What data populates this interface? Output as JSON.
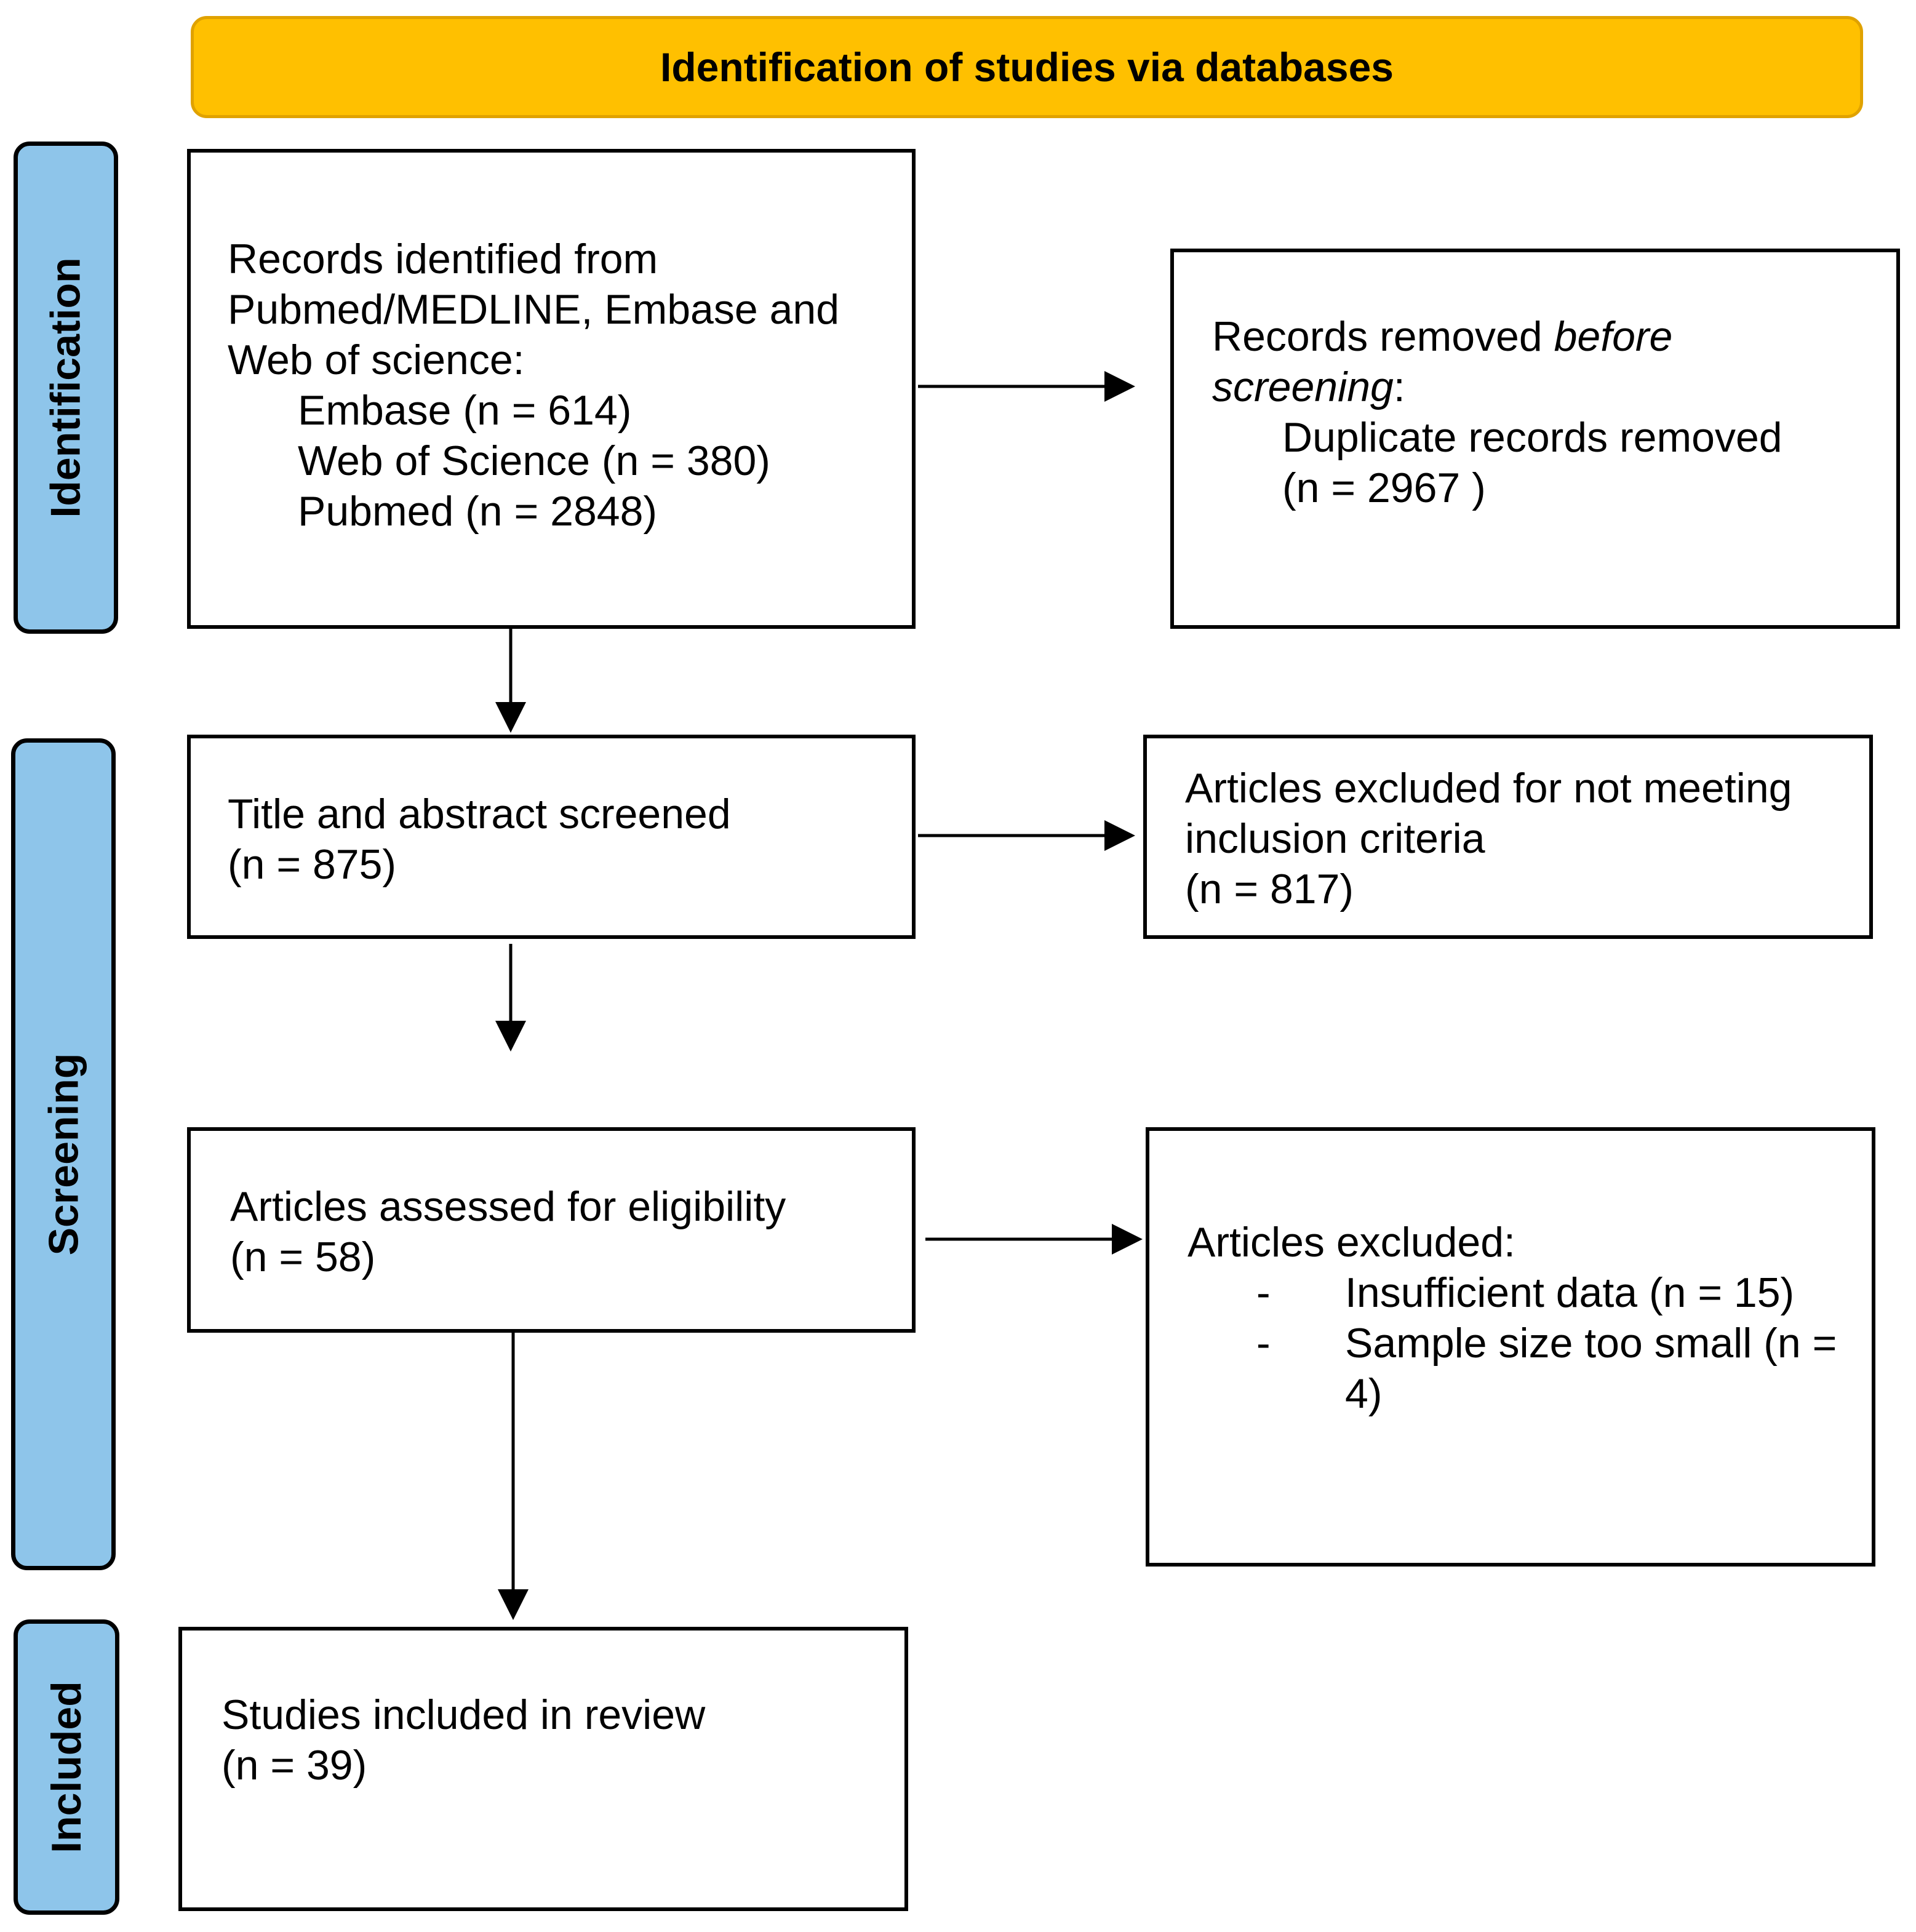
{
  "header": {
    "title": "Identification of studies via databases"
  },
  "phases": {
    "identification": "Identification",
    "screening": "Screening",
    "included": "Included"
  },
  "boxes": {
    "records_identified": {
      "lines": [
        "Records identified from",
        "Pubmed/MEDLINE, Embase and",
        "Web of science:"
      ],
      "sources": [
        "Embase (n = 614)",
        "Web of Science (n = 380)",
        "Pubmed (n = 2848)"
      ]
    },
    "records_removed": {
      "heading_plain": "Records removed ",
      "heading_italic_1": "before",
      "heading_italic_2": "screening",
      "heading_colon": ":",
      "item": "Duplicate records removed",
      "count": "(n = 2967 )"
    },
    "title_abstract": {
      "label": "Title and abstract screened",
      "count": "(n = 875)"
    },
    "excluded_criteria": {
      "lines": [
        "Articles excluded for not meeting",
        "inclusion criteria"
      ],
      "count": "(n = 817)"
    },
    "eligibility": {
      "label": "Articles assessed for eligibility",
      "count": "(n = 58)"
    },
    "excluded_articles": {
      "heading": "Articles excluded:",
      "bullet_marker": "-",
      "items": [
        "Insufficient data (n = 15)",
        "Sample size too small (n = 4)"
      ]
    },
    "included": {
      "label": "Studies included in review",
      "count": "(n = 39)"
    }
  },
  "colors": {
    "header_fill": "#ffc000",
    "header_border": "#e0a200",
    "phase_fill": "#8ec5ea",
    "line": "#000000"
  }
}
